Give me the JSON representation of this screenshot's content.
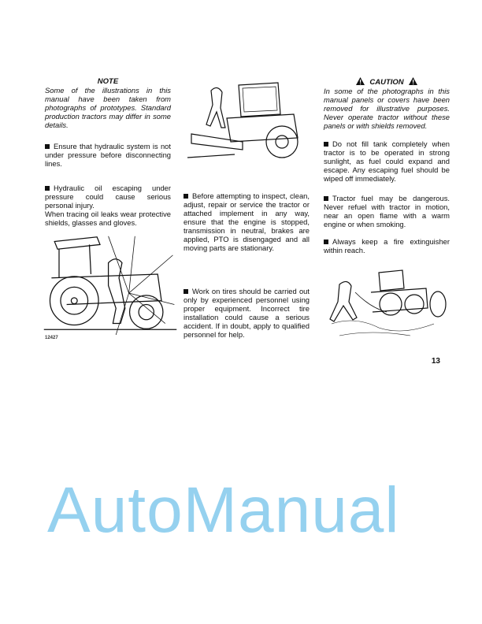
{
  "left_column": {
    "note": {
      "heading": "NOTE",
      "text": "Some of the illustrations in this manual have been taken from photographs of prototypes. Standard production tractors may differ in some details."
    },
    "bullets": [
      {
        "text": "Ensure that hydraulic system is not under pressure before disconnecting lines."
      },
      {
        "text": "Hydraulic oil escaping under pressure could cause serious personal injury.",
        "text2": "When tracing oil leaks wear protective shields, glasses and gloves."
      }
    ],
    "figure_label": "12427"
  },
  "middle_column": {
    "bullets": [
      {
        "text": "Before attempting to inspect, clean, adjust, repair or service the tractor or attached implement in any way, ensure that the engine is stopped, transmission in neutral, brakes are applied, PTO is disengaged and all moving parts are stationary."
      },
      {
        "text": "Work on tires should be carried out only by experienced personnel using proper equipment. Incorrect tire installation could cause a serious accident. If in doubt, apply to qualified personnel for help."
      }
    ]
  },
  "right_column": {
    "caution": {
      "heading": "CAUTION",
      "icon": "warning-triangle-icon",
      "text": "In some of the photographs in this manual panels or covers have been removed for illustrative purposes. Never operate tractor without these panels or with shields removed."
    },
    "bullets": [
      {
        "text": "Do not fill tank completely when tractor is to be operated in strong sunlight, as fuel could expand and escape. Any escaping fuel should be wiped off immediately."
      },
      {
        "text": "Tractor fuel may be dangerous. Never refuel with tractor in motion, near an open flame with a warm engine or when smoking."
      },
      {
        "text": "Always keep a fire extinguisher within reach."
      }
    ]
  },
  "page_number": "13",
  "watermark": "AutoManual",
  "colors": {
    "watermark": "#4fb3e6",
    "text": "#111111"
  }
}
